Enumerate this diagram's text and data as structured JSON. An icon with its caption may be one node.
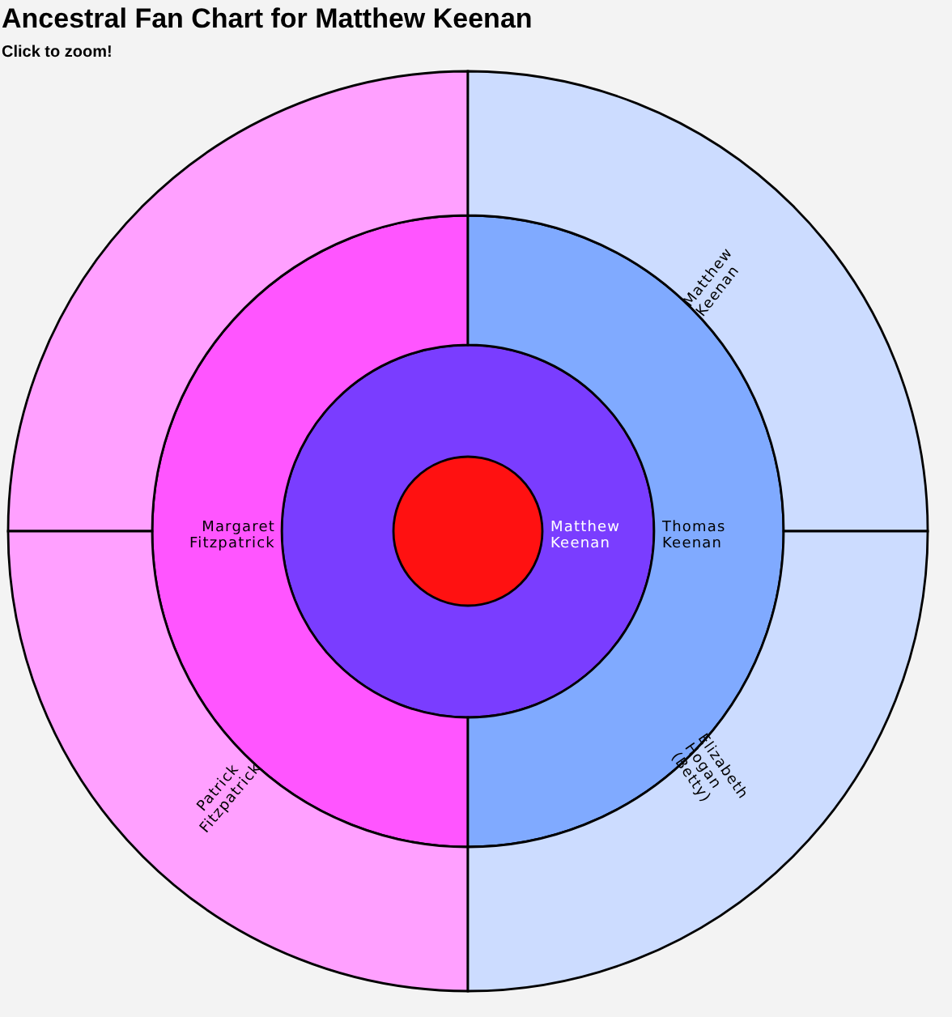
{
  "diagram": {
    "title": "Ancestral Fan Chart for Matthew Keenan",
    "nodes": [
      {
        "text": [],
        "shape": "circle",
        "in": 1
      },
      {
        "text": [
          "Matthew Keenan"
        ]
      },
      {
        "text": [
          "Margaret Fitzpatrick"
        ]
      },
      {
        "text": [
          "Thomas Keenan"
        ]
      },
      {
        "text": [],
        "shape": "sector"
      },
      {
        "text": [
          "Matthew Keenan"
        ]
      },
      {
        "text": [
          "Patrick Fitzpatrick"
        ]
      },
      {
        "text": [
          "Elizabeth Hogan (Betty)"
        ]
      }
    ],
    "labels": [
      "Click to zoom!"
    ]
  }
}
